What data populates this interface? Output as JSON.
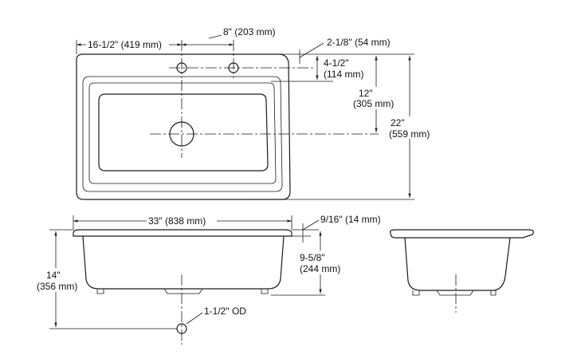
{
  "diagram": {
    "top_view": {
      "dims": {
        "hole_offset": "16-1/2\" (419 mm)",
        "hole_spacing": "8\" (203 mm)",
        "rim_to_deck": "2-1/8\" (54 mm)",
        "hole_to_edge_in": "4-1/2\"",
        "hole_to_edge_mm": "(114 mm)",
        "drain_to_edge_in": "12\"",
        "drain_to_edge_mm": "(305 mm)",
        "overall_depth_in": "22\"",
        "overall_depth_mm": "(559 mm)"
      }
    },
    "front_view": {
      "dims": {
        "overall_width": "33\" (838 mm)",
        "rim_thickness": "9/16\" (14 mm)",
        "bowl_depth_in": "9-5/8\"",
        "bowl_depth_mm": "(244 mm)",
        "overall_height_in": "14\"",
        "overall_height_mm": "(356 mm)",
        "drain_outlet": "1-1/2\" OD"
      }
    }
  }
}
